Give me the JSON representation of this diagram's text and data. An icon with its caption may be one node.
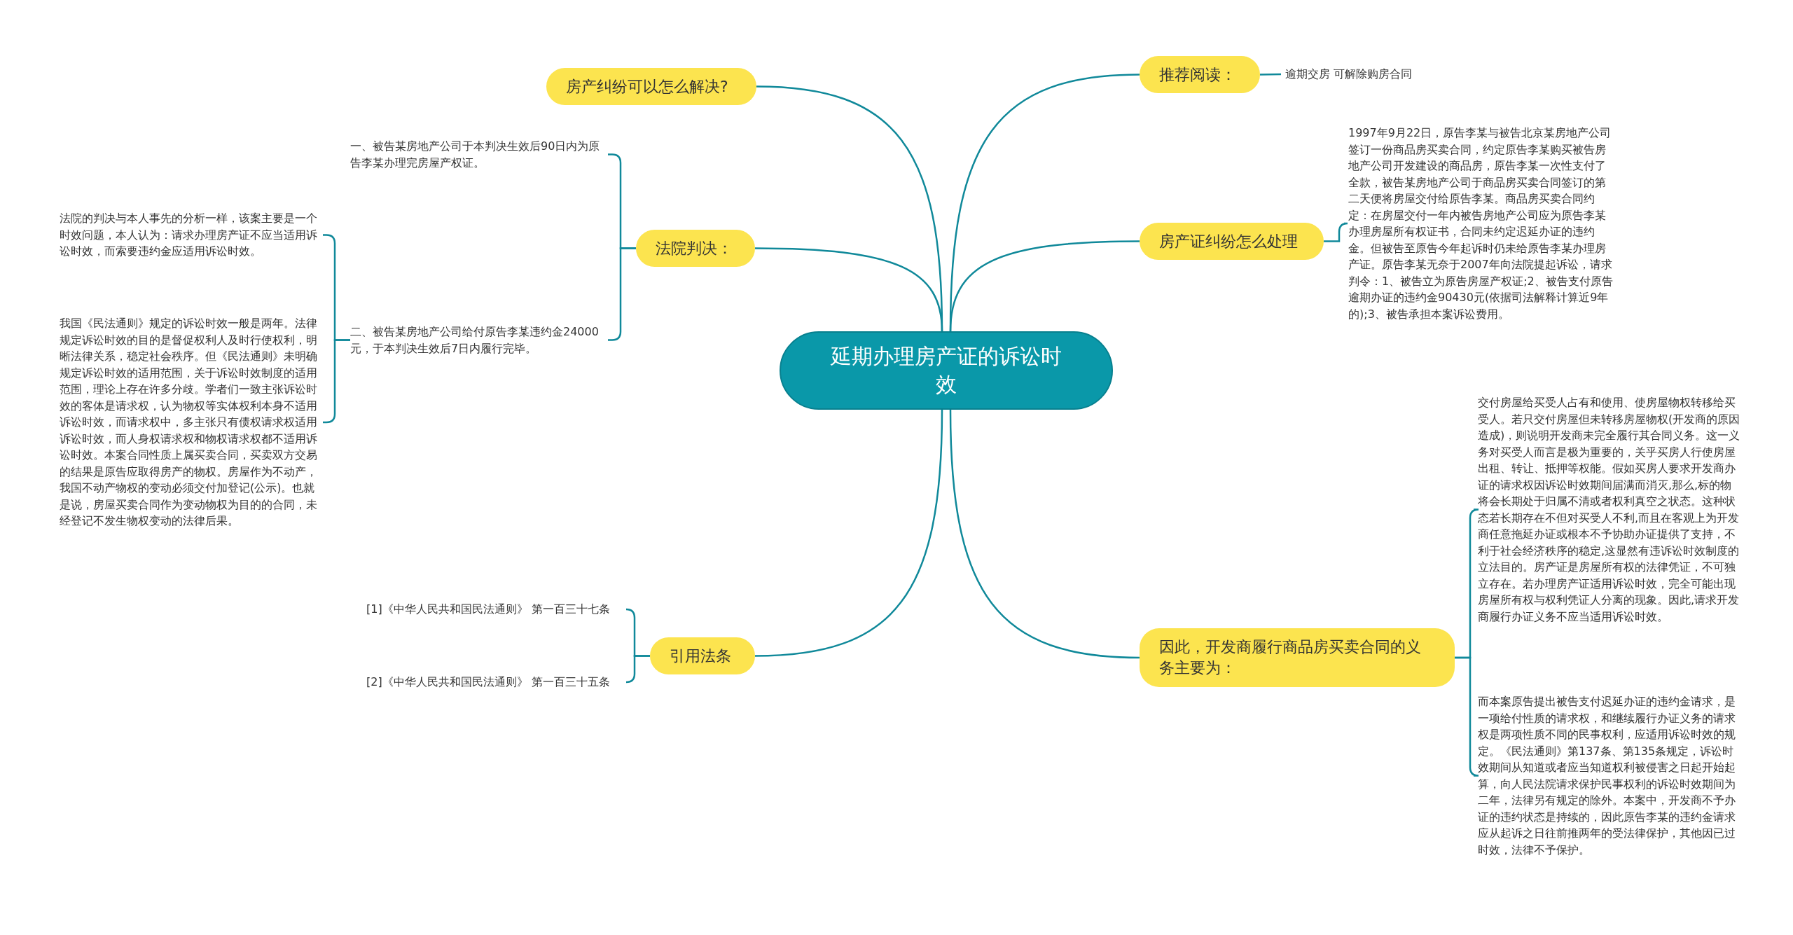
{
  "diagram": {
    "nodes": [
      {
        "text": [
          "延期办理房产证的诉讼时效"
        ]
      },
      {
        "text": [
          "房产纠纷可以怎么解决?"
        ]
      },
      {
        "text": [
          "法院判决："
        ]
      },
      {
        "text": [
          "一、被告某房地产公司于本判决生效后90日内为原告李某办理完房屋产权证。"
        ]
      },
      {
        "text": [
          "二、被告某房地产公司给付原告李某违约金24000元，于本判决生效后7日内履行完毕。"
        ]
      },
      {
        "text": [
          "法院的判决与本人事先的分析一样，该案主要是一个时效问题，本人认为：请求办理房产证不应当适用诉讼时效，而索要违约金应适用诉讼时效。"
        ]
      },
      {
        "text": [
          "我国《民法通则》规定的诉讼时效一般是两年。法律规定诉讼时效的目的是督促权利人及时行使权利，明晰法律关系，稳定社会秩序。但《民法通则》未明确规定诉讼时效的适用范围，关于诉讼时效制度的适用范围，理论上存在许多分歧。学者们一致主张诉讼时效的客体是请求权，认为物权等实体权利本身不适用诉讼时效，而请求权中，多主张只有债权请求权适用诉讼时效，而人身权请求权和物权请求权都不适用诉讼时效。本案合同性质上属买卖合同，买卖双方交易的结果是原告应取得房产的物权。房屋作为不动产，我国不动产物权的变动必须交付加登记(公示)。也就是说，房屋买卖合同作为变动物权为目的的合同，未经登记不发生物权变动的法律后果。"
        ]
      },
      {
        "text": [
          "引用法条"
        ]
      },
      {
        "text": [
          "[1]《中华人民共和国民法通则》 第一百三十七条"
        ]
      },
      {
        "text": [
          "[2]《中华人民共和国民法通则》 第一百三十五条"
        ]
      },
      {
        "text": [
          "推荐阅读："
        ]
      },
      {
        "text": [
          "逾期交房 可解除购房合同"
        ]
      },
      {
        "text": [
          "房产证纠纷怎么处理"
        ]
      },
      {
        "text": [
          "1997年9月22日，原告李某与被告北京某房地产公司签订一份商品房买卖合同，约定原告李某购买被告房地产公司开发建设的商品房，原告李某一次性支付了全款，被告某房地产公司于商品房买卖合同签订的第二天便将房屋交付给原告李某。商品房买卖合同约定：在房屋交付一年内被告房地产公司应为原告李某办理房屋所有权证书，合同未约定迟延办证的违约金。但被告至原告今年起诉时仍未给原告李某办理房产证。原告李某无奈于2007年向法院提起诉讼，请求判令：1、被告立为原告房屋产权证;2、被告支付原告逾期办证的违约金90430元(依据司法解释计算近9年的);3、被告承担本案诉讼费用。"
        ]
      },
      {
        "text": [
          "因此，开发商履行商品房买卖合同的义务主要为："
        ]
      },
      {
        "text": [
          "交付房屋给买受人占有和使用、使房屋物权转移给买受人。若只交付房屋但未转移房屋物权(开发商的原因造成)，则说明开发商未完全履行其合同义务。这一义务对买受人而言是极为重要的，关乎买房人行使房屋出租、转让、抵押等权能。假如买房人要求开发商办证的请求权因诉讼时效期间届满而消灭,那么,标的物将会长期处于归属不清或者权利真空之状态。这种状态若长期存在不但对买受人不利,而且在客观上为开发商任意拖延办证或根本不予协助办证提供了支持，不利于社会经济秩序的稳定,这显然有违诉讼时效制度的立法目的。房产证是房屋所有权的法律凭证，不可独立存在。若办理房产证适用诉讼时效，完全可能出现房屋所有权与权利凭证人分离的现象。因此,请求开发商履行办证义务不应当适用诉讼时效。"
        ]
      },
      {
        "text": [
          "而本案原告提出被告支付迟延办证的违约金请求，是一项给付性质的请求权，和继续履行办证义务的请求权是两项性质不同的民事权利，应适用诉讼时效的规定。《民法通则》第137条、第135条规定，诉讼时效期间从知道或者应当知道权利被侵害之日起开始起算，向人民法院请求保护民事权利的诉讼时效期间为二年，法律另有规定的除外。本案中，开发商不予办证的违约状态是持续的，因此原告李某的违约金请求应从起诉之日往前推两年的受法律保护，其他因已过时效，法律不予保护。"
        ]
      }
    ],
    "edges": [
      {
        "from": 0,
        "to": 1,
        "arrow": "none"
      },
      {
        "from": 0,
        "to": 2,
        "arrow": "none"
      },
      {
        "from": 0,
        "to": 7,
        "arrow": "none"
      },
      {
        "from": 0,
        "to": 10,
        "arrow": "none"
      },
      {
        "from": 0,
        "to": 12,
        "arrow": "none"
      },
      {
        "from": 0,
        "to": 14,
        "arrow": "none"
      },
      {
        "from": 2,
        "to": 3,
        "arrow": "none"
      },
      {
        "from": 2,
        "to": 4,
        "arrow": "none"
      },
      {
        "from": 4,
        "to": 5,
        "arrow": "none"
      },
      {
        "from": 4,
        "to": 6,
        "arrow": "none"
      },
      {
        "from": 7,
        "to": 8,
        "arrow": "none"
      },
      {
        "from": 7,
        "to": 9,
        "arrow": "none"
      },
      {
        "from": 10,
        "to": 11,
        "arrow": "none"
      },
      {
        "from": 12,
        "to": 13,
        "arrow": "none"
      },
      {
        "from": 14,
        "to": 15,
        "arrow": "none"
      },
      {
        "from": 14,
        "to": 16,
        "arrow": "none"
      }
    ]
  }
}
